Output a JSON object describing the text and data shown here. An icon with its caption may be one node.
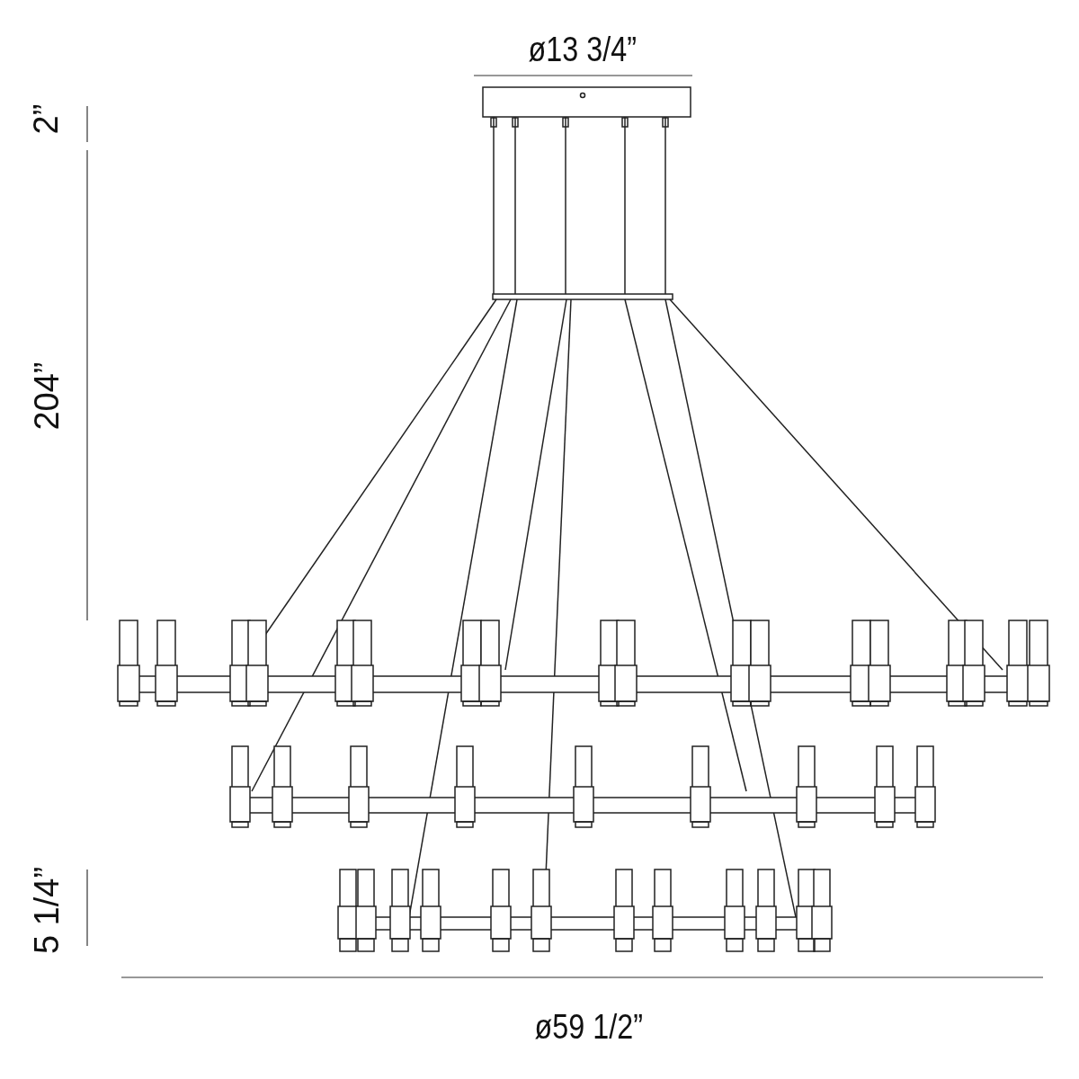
{
  "diagram": {
    "labels": [
      "ø13 3/4”",
      "2”",
      "204”",
      "5 1/4”",
      "ø59 1/2”"
    ]
  }
}
